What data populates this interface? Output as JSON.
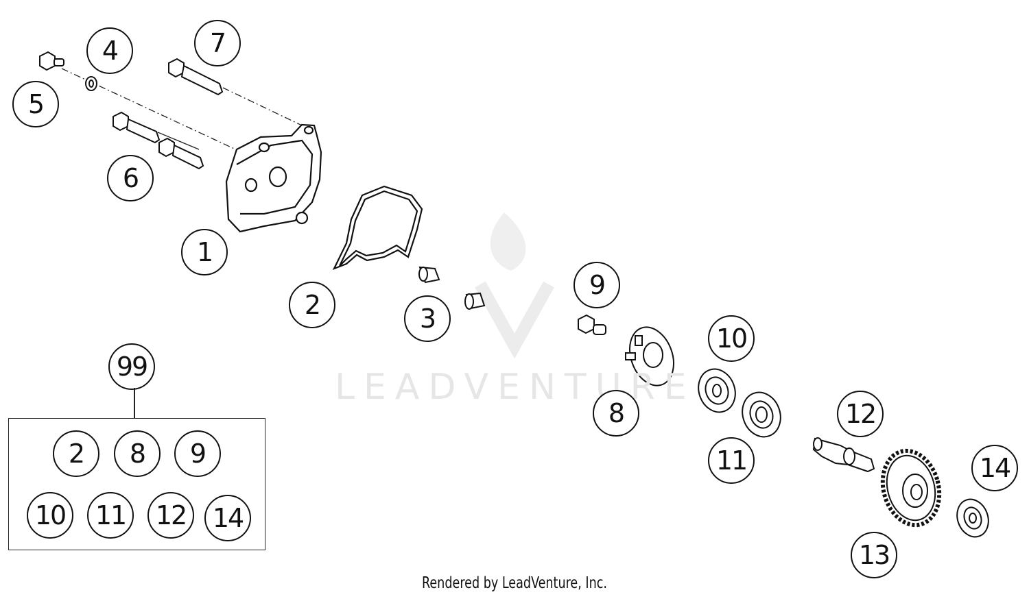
{
  "callouts": {
    "p1": "1",
    "p2": "2",
    "p3": "3",
    "p4": "4",
    "p5": "5",
    "p6": "6",
    "p7": "7",
    "p8": "8",
    "p9": "9",
    "p10": "10",
    "p11": "11",
    "p12": "12",
    "p13": "13",
    "p14": "14",
    "p99": "99"
  },
  "kit": {
    "items": [
      "2",
      "8",
      "9",
      "10",
      "11",
      "12",
      "14"
    ]
  },
  "watermark": "LEADVENTURE",
  "footer": "Rendered by LeadVenture, Inc.",
  "colors": {
    "ink": "#111111",
    "watermark": "#e6e6e6"
  }
}
